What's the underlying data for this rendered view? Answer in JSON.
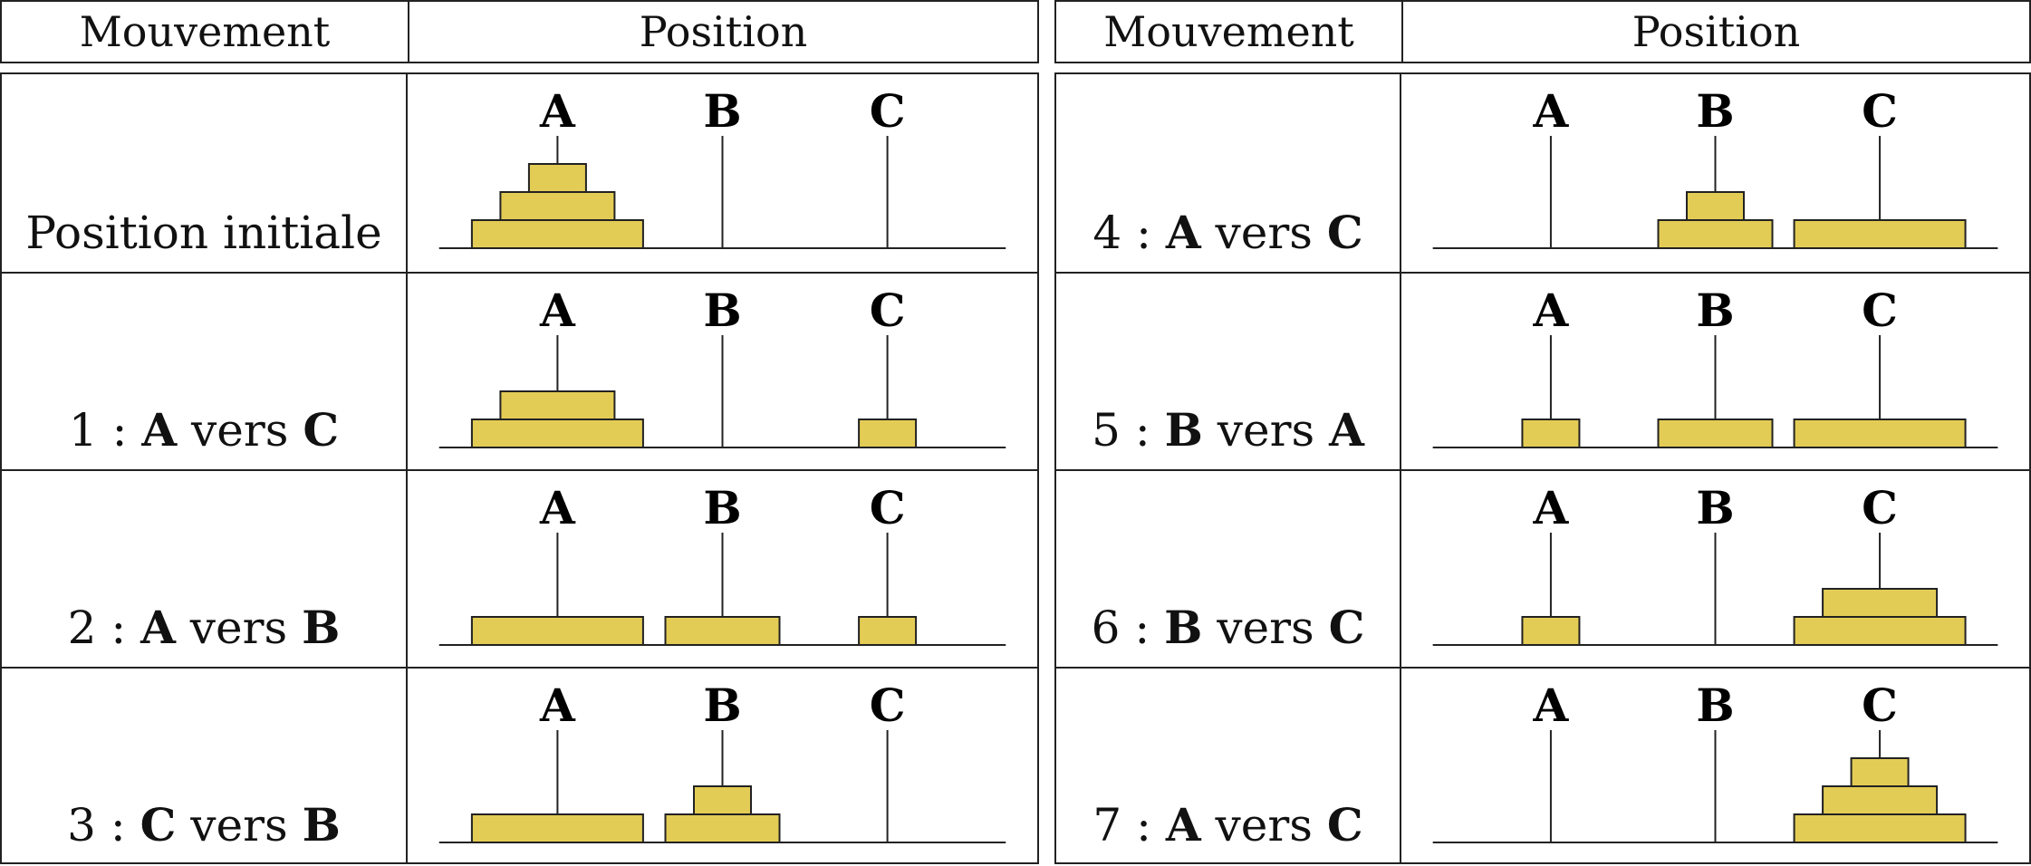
{
  "headers": {
    "move": "Mouvement",
    "position": "Position"
  },
  "peg_labels": [
    "A",
    "B",
    "C"
  ],
  "colors": {
    "disk": "#e3cc55",
    "line": "#222222"
  },
  "disk_sizes_note_units": "small=1, medium=2, large=3",
  "left_table": [
    {
      "move": {
        "num": "",
        "from": "",
        "to": "",
        "plain": "Position initiale"
      },
      "pegs": [
        [
          3,
          2,
          1
        ],
        [],
        []
      ]
    },
    {
      "move": {
        "num": "1 :",
        "from": "A",
        "to": "C",
        "plain": ""
      },
      "pegs": [
        [
          3,
          2
        ],
        [],
        [
          1
        ]
      ]
    },
    {
      "move": {
        "num": "2 :",
        "from": "A",
        "to": "B",
        "plain": ""
      },
      "pegs": [
        [
          3
        ],
        [
          2
        ],
        [
          1
        ]
      ]
    },
    {
      "move": {
        "num": "3 :",
        "from": "C",
        "to": "B",
        "plain": ""
      },
      "pegs": [
        [
          3
        ],
        [
          2,
          1
        ],
        []
      ]
    }
  ],
  "right_table": [
    {
      "move": {
        "num": "4 :",
        "from": "A",
        "to": "C",
        "plain": ""
      },
      "pegs": [
        [],
        [
          2,
          1
        ],
        [
          3
        ]
      ]
    },
    {
      "move": {
        "num": "5 :",
        "from": "B",
        "to": "A",
        "plain": ""
      },
      "pegs": [
        [
          1
        ],
        [
          2
        ],
        [
          3
        ]
      ]
    },
    {
      "move": {
        "num": "6 :",
        "from": "B",
        "to": "C",
        "plain": ""
      },
      "pegs": [
        [
          1
        ],
        [],
        [
          3,
          2
        ]
      ]
    },
    {
      "move": {
        "num": "7 :",
        "from": "A",
        "to": "C",
        "plain": ""
      },
      "pegs": [
        [],
        [],
        [
          3,
          2,
          1
        ]
      ]
    }
  ],
  "vers_word": "vers"
}
